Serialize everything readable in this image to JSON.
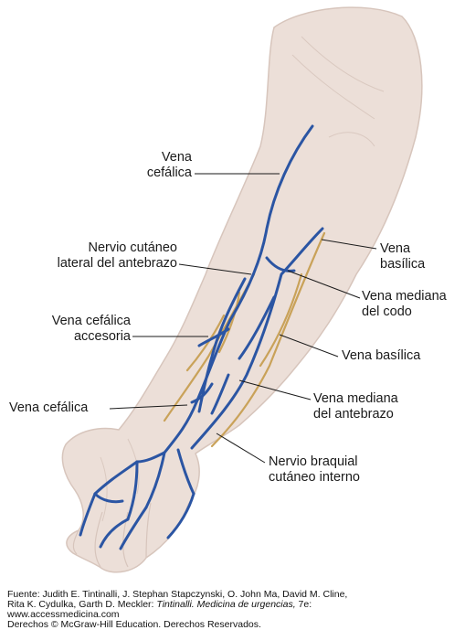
{
  "labels": {
    "vena_cefalica_top": [
      "Vena",
      "cefálica"
    ],
    "nervio_cutaneo_lateral": [
      "Nervio cutáneo",
      "lateral del antebrazo"
    ],
    "vena_cefalica_accesoria": [
      "Vena cefálica",
      "accesoria"
    ],
    "vena_cefalica_low": [
      "Vena cefálica"
    ],
    "vena_basilica_top": [
      "Vena",
      "basílica"
    ],
    "vena_mediana_codo": [
      "Vena mediana",
      "del codo"
    ],
    "vena_basilica_low": [
      "Vena basílica"
    ],
    "vena_mediana_antebrazo": [
      "Vena mediana",
      "del antebrazo"
    ],
    "nervio_braquial": [
      "Nervio braquial",
      "cutáneo interno"
    ]
  },
  "credit": {
    "line1": "Fuente: Judith E. Tintinalli, J. Stephan Stapczynski, O. John Ma, David M. Cline,",
    "line2a": "Rita K. Cydulka, Garth D. Meckler: ",
    "line2b": "Tintinalli. Medicina de urgencias,",
    "line2c": " 7e:",
    "line3": "www.accessmedicina.com",
    "line4": "Derechos © McGraw-Hill Education. Derechos Reservados."
  },
  "colors": {
    "skin": "#ecdfd8",
    "skin_edge": "#d7c5bc",
    "vein": "#2b55a3",
    "nerve": "#c9a259",
    "leader": "#1a1a1a"
  }
}
